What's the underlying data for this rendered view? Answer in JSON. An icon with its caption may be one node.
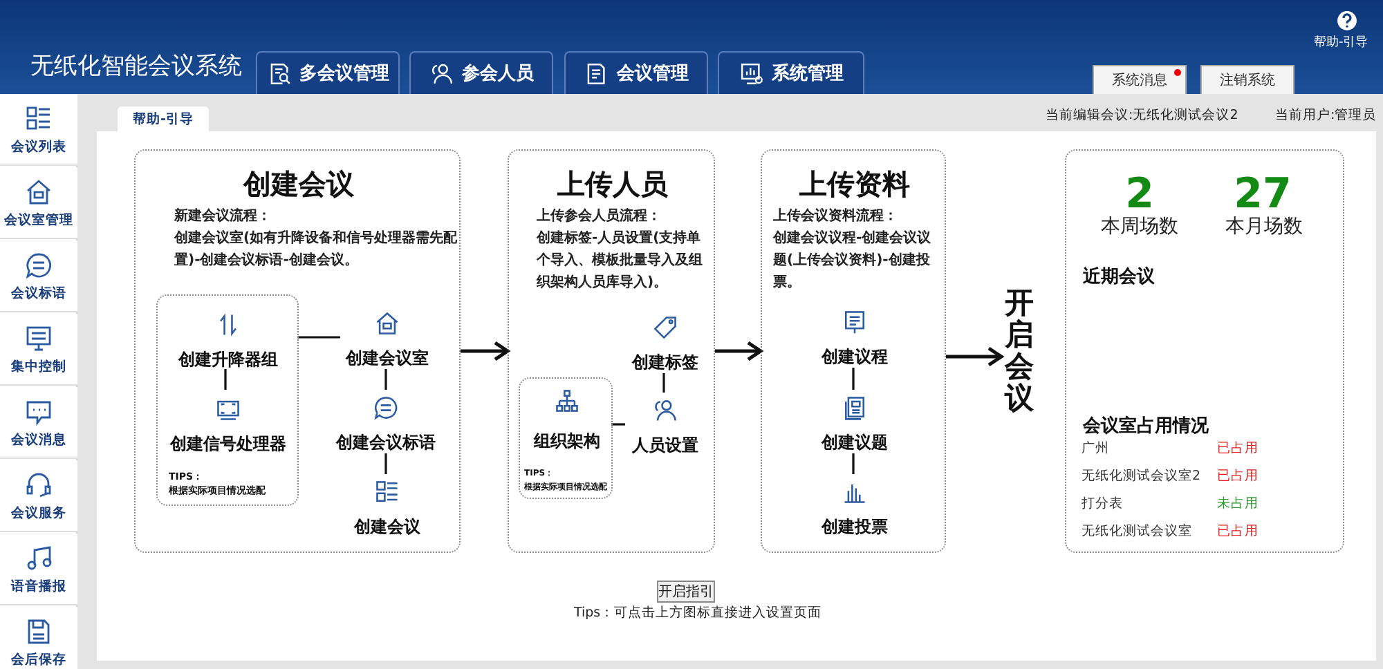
{
  "diagram": {
    "title": "无纸化智能会议系统",
    "nodes": [
      {
        "text": [
          "多会议管理"
        ]
      },
      {
        "text": [
          "参会人员"
        ]
      },
      {
        "text": [
          "会议管理"
        ]
      },
      {
        "text": [
          "系统管理"
        ]
      },
      {
        "text": [
          "系统消息"
        ]
      },
      {
        "text": [
          "注销系统"
        ]
      },
      {
        "text": [
          "会议列表"
        ]
      },
      {
        "text": [
          "会议室管理"
        ]
      },
      {
        "text": [
          "会议标语"
        ]
      },
      {
        "text": [
          "集中控制"
        ]
      },
      {
        "text": [
          "会议消息"
        ]
      },
      {
        "text": [
          "会议服务"
        ]
      },
      {
        "text": [
          "语音播报"
        ]
      },
      {
        "text": [
          "会后保存"
        ]
      },
      {
        "text": [
          "帮助-引导"
        ]
      },
      {
        "text": [
          "创建会议",
          "新建会议流程：",
          "创建会议室(如有升降设备和信号处理器需先配置)-创建会议标语-创建会议。"
        ]
      },
      {
        "text": [
          "TIPS：",
          "根据实际项目情况选配"
        ],
        "in": 15
      },
      {
        "text": [
          "创建升降器组"
        ],
        "in": 16
      },
      {
        "text": [
          "创建信号处理器"
        ],
        "in": 16
      },
      {
        "text": [
          "创建会议室"
        ],
        "in": 15
      },
      {
        "text": [
          "创建会议标语"
        ],
        "in": 15
      },
      {
        "text": [
          "创建会议"
        ],
        "in": 15
      },
      {
        "text": [
          "上传人员",
          "上传参会人员流程：",
          "创建标签-人员设置(支持单个导入、模板批量导入及组织架构人员库导入)。"
        ]
      },
      {
        "text": [
          "组织架构",
          "TIPS：",
          "根据实际项目情况选配"
        ],
        "in": 22
      },
      {
        "text": [
          "创建标签"
        ],
        "in": 22
      },
      {
        "text": [
          "人员设置"
        ],
        "in": 22
      },
      {
        "text": [
          "上传资料",
          "上传会议资料流程：",
          "创建会议议程-创建会议议题(上传会议资料)-创建投票。"
        ]
      },
      {
        "text": [
          "创建议程"
        ],
        "in": 26
      },
      {
        "text": [
          "创建议题"
        ],
        "in": 26
      },
      {
        "text": [
          "创建投票"
        ],
        "in": 26
      },
      {
        "text": [
          "开启会议"
        ]
      },
      {
        "text": [
          "2",
          "本周场数",
          "27",
          "本月场数",
          "近期会议",
          "会议室占用情况"
        ]
      },
      {
        "text": [
          "开启指引"
        ]
      }
    ],
    "edges": [
      {
        "from": 16,
        "to": 19,
        "arrow": "none"
      },
      {
        "from": 17,
        "to": 18,
        "arrow": "none"
      },
      {
        "from": 19,
        "to": 20,
        "arrow": "none"
      },
      {
        "from": 20,
        "to": 21,
        "arrow": "none"
      },
      {
        "from": 15,
        "to": 22,
        "arrow": "to"
      },
      {
        "from": 24,
        "to": 25,
        "arrow": "none"
      },
      {
        "from": 23,
        "to": 25,
        "arrow": "none"
      },
      {
        "from": 22,
        "to": 26,
        "arrow": "to"
      },
      {
        "from": 27,
        "to": 28,
        "arrow": "none"
      },
      {
        "from": 28,
        "to": 29,
        "arrow": "none"
      },
      {
        "from": 26,
        "to": 30,
        "arrow": "to"
      }
    ],
    "labels": [
      "帮助-引导",
      "当前编辑会议:无纸化测试会议2",
      "当前用户:管理员",
      "广州",
      "已占用",
      "无纸化测试会议室2",
      "已占用",
      "打分表",
      "未占用",
      "无纸化测试会议室",
      "已占用",
      "Tips：可点击上方图标直接进入设置页面"
    ]
  }
}
